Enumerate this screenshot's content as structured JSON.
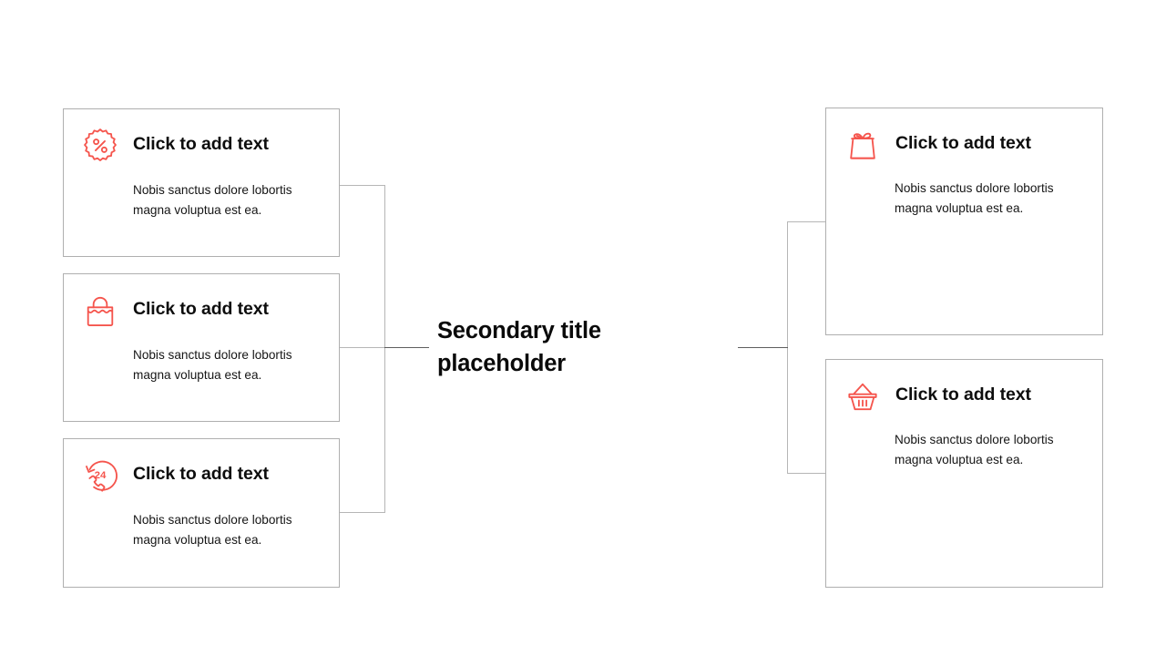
{
  "slide": {
    "background": "#ffffff",
    "accent_color": "#f5554d",
    "border_color": "#afafaf",
    "connector_color": "#b6b6b6",
    "connector_stem_color": "#5e5e5e",
    "center_title": "Secondary title placeholder"
  },
  "left_column": {
    "cards": [
      {
        "icon": "discount-badge-percent-icon",
        "title": "Click to add text",
        "body": "Nobis sanctus dolore lobortis magna voluptua est ea."
      },
      {
        "icon": "shopping-bag-icon",
        "title": "Click to add text",
        "body": "Nobis sanctus dolore lobortis magna voluptua est ea."
      },
      {
        "icon": "phone-24-support-icon",
        "title": "Click to add text",
        "body": "Nobis sanctus dolore lobortis magna voluptua est ea."
      }
    ]
  },
  "right_column": {
    "cards": [
      {
        "icon": "gift-bag-icon",
        "title": "Click to add text",
        "body": "Nobis sanctus dolore lobortis magna voluptua est ea."
      },
      {
        "icon": "shopping-basket-icon",
        "title": "Click to add text",
        "body": "Nobis sanctus dolore lobortis magna voluptua est ea."
      }
    ]
  }
}
